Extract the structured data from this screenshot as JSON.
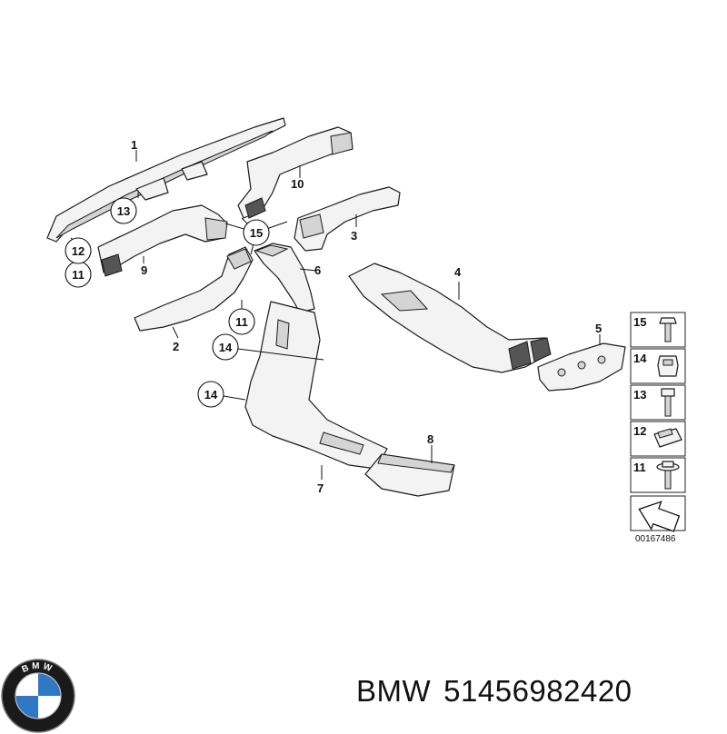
{
  "diagram": {
    "callouts": [
      {
        "num": "1"
      },
      {
        "num": "2"
      },
      {
        "num": "3"
      },
      {
        "num": "4"
      },
      {
        "num": "5"
      },
      {
        "num": "6"
      },
      {
        "num": "7"
      },
      {
        "num": "8"
      },
      {
        "num": "9"
      },
      {
        "num": "10"
      },
      {
        "num": "11"
      },
      {
        "num": "11"
      },
      {
        "num": "12"
      },
      {
        "num": "13"
      },
      {
        "num": "14"
      },
      {
        "num": "14"
      },
      {
        "num": "15"
      }
    ],
    "legend": [
      {
        "num": "15",
        "icon": "screw-flange-icon"
      },
      {
        "num": "14",
        "icon": "nut-icon"
      },
      {
        "num": "13",
        "icon": "screw-icon"
      },
      {
        "num": "12",
        "icon": "clip-nut-icon"
      },
      {
        "num": "11",
        "icon": "screw-washer-icon"
      }
    ],
    "doc_number": "00167486"
  },
  "footer": {
    "brand": "BMW",
    "part_number": "51456982420"
  },
  "logo": {
    "letters": "BMW",
    "colors": {
      "blue": "#2f78c4",
      "white": "#ffffff",
      "ring": "#1a1a1a"
    }
  }
}
